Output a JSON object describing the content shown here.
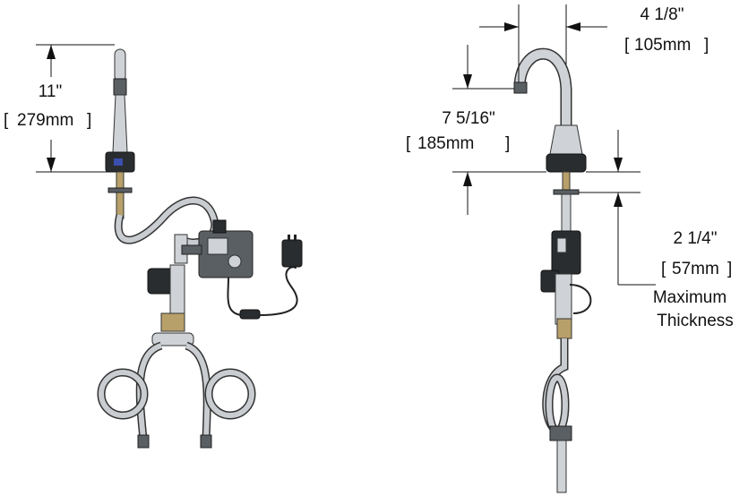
{
  "dimensions": {
    "height": {
      "imperial": "11\"",
      "metric": "279mm"
    },
    "reach": {
      "imperial": "4 1/8\"",
      "metric": "105mm"
    },
    "spout_height": {
      "imperial": "7 5/16\"",
      "metric": "185mm"
    },
    "deck": {
      "imperial": "2 1/4\"",
      "metric": "57mm",
      "note_line1": "Maximum",
      "note_line2": "Thickness"
    }
  }
}
